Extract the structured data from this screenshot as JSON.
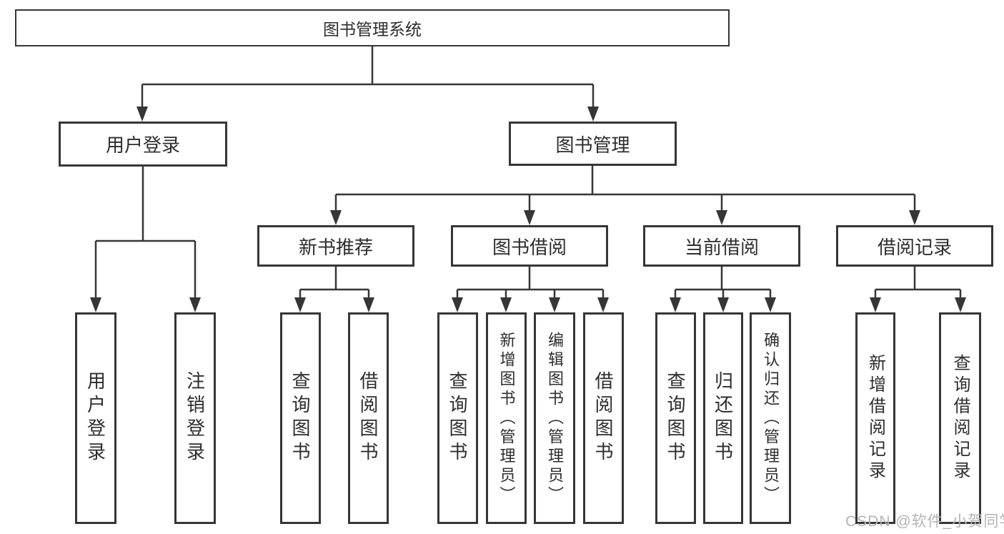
{
  "diagram": {
    "root": {
      "label": "图书管理系统"
    },
    "user_login_branch": {
      "label": "用户登录",
      "children": [
        "用户登录",
        "注销登录"
      ]
    },
    "book_mgmt_branch": {
      "label": "图书管理",
      "sections": [
        {
          "label": "新书推荐",
          "children": [
            "查询图书",
            "借阅图书"
          ]
        },
        {
          "label": "图书借阅",
          "children": [
            "查询图书",
            "新增图书（管理员）",
            "编辑图书（管理员）",
            "借阅图书"
          ]
        },
        {
          "label": "当前借阅",
          "children": [
            "查询图书",
            "归还图书",
            "确认归还（管理员）"
          ]
        },
        {
          "label": "借阅记录",
          "children": [
            "新增借阅记录",
            "查询借阅记录"
          ]
        }
      ]
    }
  },
  "watermark": {
    "label": "CSDN @软件_小贺同学"
  },
  "colors": {
    "line": "#363636",
    "text": "#2d2d2d",
    "watermark": "#b4b4b4"
  }
}
